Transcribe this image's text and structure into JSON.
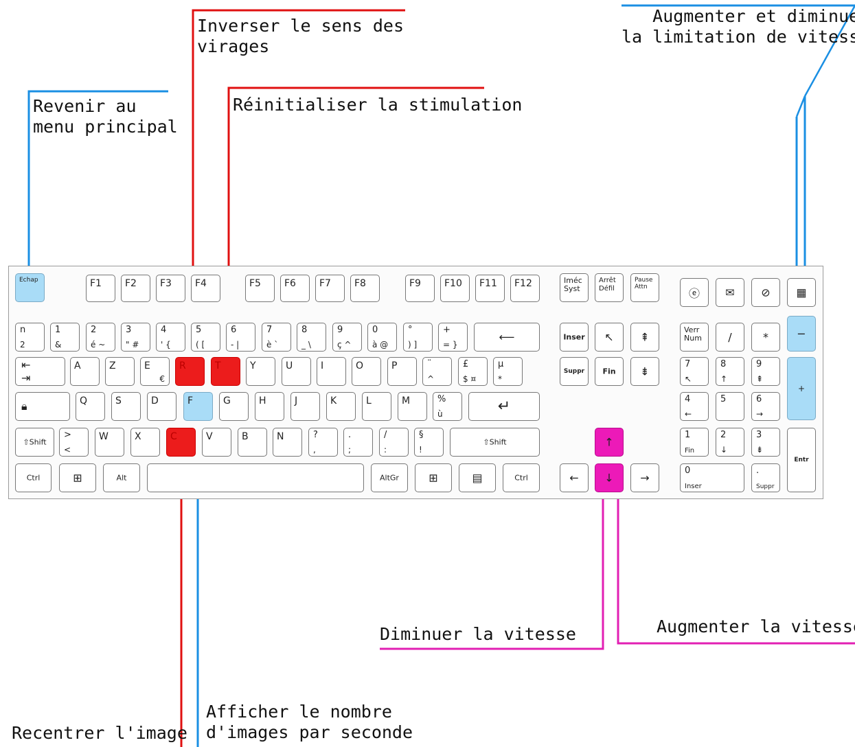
{
  "annotations": {
    "escape": "Revenir au\nmenu principal",
    "invert": "Inverser le sens des\nvirages",
    "reset": "Réinitialiser la stimulation",
    "speed_limit": "Augmenter et diminuer\nla limitation de vitesse",
    "decrease_speed": "Diminuer la vitesse",
    "increase_speed": "Augmenter la vitesse",
    "recenter": "Recentrer l'image",
    "fps": "Afficher le nombre\nd'images par seconde"
  },
  "colors": {
    "blue": "#1a8fe3",
    "red": "#e01010",
    "pink": "#e21fb3",
    "key_blue": "#a9dcf7",
    "key_red": "#ec1c1c",
    "key_pink": "#ec1ab8"
  },
  "keys": {
    "esc": "Echap",
    "f": [
      "F1",
      "F2",
      "F3",
      "F4",
      "F5",
      "F6",
      "F7",
      "F8",
      "F9",
      "F10",
      "F11",
      "F12"
    ],
    "imec": "Iméc\nSyst",
    "arret": "Arrêt\nDéfil",
    "pause": "Pause\nAttn",
    "num_row": [
      [
        "n",
        "2"
      ],
      [
        "1",
        "&"
      ],
      [
        "2",
        "é ~"
      ],
      [
        "3",
        "\" #"
      ],
      [
        "4",
        "' {"
      ],
      [
        "5",
        "( ["
      ],
      [
        "6",
        "- |"
      ],
      [
        "7",
        "è `"
      ],
      [
        "8",
        "_ \\"
      ],
      [
        "9",
        "ç ^"
      ],
      [
        "0",
        "à @"
      ],
      [
        "°",
        ") ]"
      ],
      [
        "+",
        "= }"
      ]
    ],
    "row_a": [
      "A",
      "Z",
      "E",
      "R",
      "T",
      "Y",
      "U",
      "I",
      "O",
      "P"
    ],
    "row_q": [
      "Q",
      "S",
      "D",
      "F",
      "G",
      "H",
      "J",
      "K",
      "L",
      "M"
    ],
    "row_w": [
      "W",
      "X",
      "C",
      "V",
      "B",
      "N"
    ],
    "shift": "Shift",
    "ctrl": "Ctrl",
    "alt": "Alt",
    "altgr": "AltGr",
    "inser": "Inser",
    "suppr": "Suppr",
    "fin": "Fin",
    "verr_num": "Verr\nNum",
    "entr": "Entr",
    "plus": "+",
    "minus": "−",
    "star": "*",
    "slash": "/"
  }
}
